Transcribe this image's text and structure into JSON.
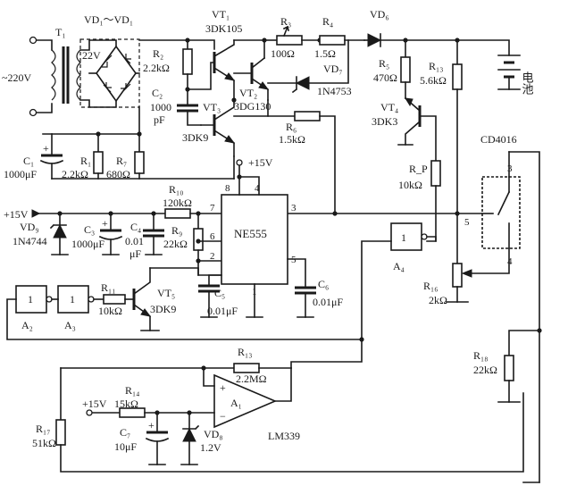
{
  "transformer": {
    "ref": "T₁",
    "secondary": "22V",
    "input": "~220V"
  },
  "bridge": {
    "ref": "VD₁～VD₁"
  },
  "vt1": {
    "ref": "VT₁",
    "part": "3DK105"
  },
  "vt2": {
    "ref": "VT₂",
    "part": "3DG130"
  },
  "vt3": {
    "ref": "VT₃",
    "part": "3DK9"
  },
  "vt4": {
    "ref": "VT₄",
    "part": "3DK3"
  },
  "vt5": {
    "ref": "VT₅",
    "part": "3DK9"
  },
  "resistors": {
    "r2": {
      "ref": "R₂",
      "value": "2.2kΩ"
    },
    "r3": {
      "ref": "R₃",
      "value": "100Ω"
    },
    "r4": {
      "ref": "R₄",
      "value": "1.5Ω"
    },
    "r5": {
      "ref": "R₅",
      "value": "470Ω"
    },
    "r13a": {
      "ref": "R₁₃",
      "value": "5.6kΩ"
    },
    "r1": {
      "ref": "R₁",
      "value": "2.2kΩ"
    },
    "r7": {
      "ref": "R₇",
      "value": "680Ω"
    },
    "r6": {
      "ref": "R₆",
      "value": "1.5kΩ"
    },
    "rp": {
      "ref": "R_P",
      "value": "10kΩ"
    },
    "r10": {
      "ref": "R₁₀",
      "value": "120kΩ"
    },
    "r9": {
      "ref": "R₉",
      "value": "22kΩ"
    },
    "r11": {
      "ref": "R₁₁",
      "value": "10kΩ"
    },
    "r16": {
      "ref": "R₁₆",
      "value": "2kΩ"
    },
    "r13b": {
      "ref": "R₁₃",
      "value": "2.2MΩ"
    },
    "r18": {
      "ref": "R₁₈",
      "value": "22kΩ"
    },
    "r14": {
      "ref": "R₁₄",
      "value": "15kΩ"
    },
    "r17": {
      "ref": "R₁₇",
      "value": "51kΩ"
    }
  },
  "capacitors": {
    "c1": {
      "ref": "C₁",
      "value": "1000μF"
    },
    "c2": {
      "ref": "C₂",
      "value1": "1000",
      "value2": "pF"
    },
    "c3": {
      "ref": "C₃",
      "value": "1000μF"
    },
    "c4": {
      "ref": "C₄",
      "value1": "0.01",
      "value2": "μF"
    },
    "c5": {
      "ref": "C₅",
      "value": "0.01μF"
    },
    "c6": {
      "ref": "C₆",
      "value": "0.01μF"
    },
    "c7": {
      "ref": "C₇",
      "value": "10μF"
    }
  },
  "diodes": {
    "vd6": {
      "ref": "VD₆"
    },
    "vd7": {
      "ref": "VD₇",
      "part": "1N4753"
    },
    "vd8": {
      "ref": "VD₈",
      "value": "1.2V"
    },
    "vd9": {
      "ref": "VD₉",
      "part": "1N4744"
    }
  },
  "ic": {
    "ref": "NE555",
    "supply": "+15V",
    "pins": [
      "8",
      "4",
      "7",
      "3",
      "6",
      "2",
      "5",
      "1"
    ]
  },
  "switch_ic": {
    "ref": "CD4016",
    "pins": [
      "3",
      "5",
      "4"
    ]
  },
  "gates": {
    "a2": "A₂",
    "a3": "A₃",
    "a4": "A₄"
  },
  "opamp": {
    "ref": "A₁",
    "part": "LM339",
    "plus": "+",
    "minus": "−",
    "supply": "+15V"
  },
  "rail": {
    "label": "+15V"
  },
  "battery": {
    "label": "电池"
  }
}
